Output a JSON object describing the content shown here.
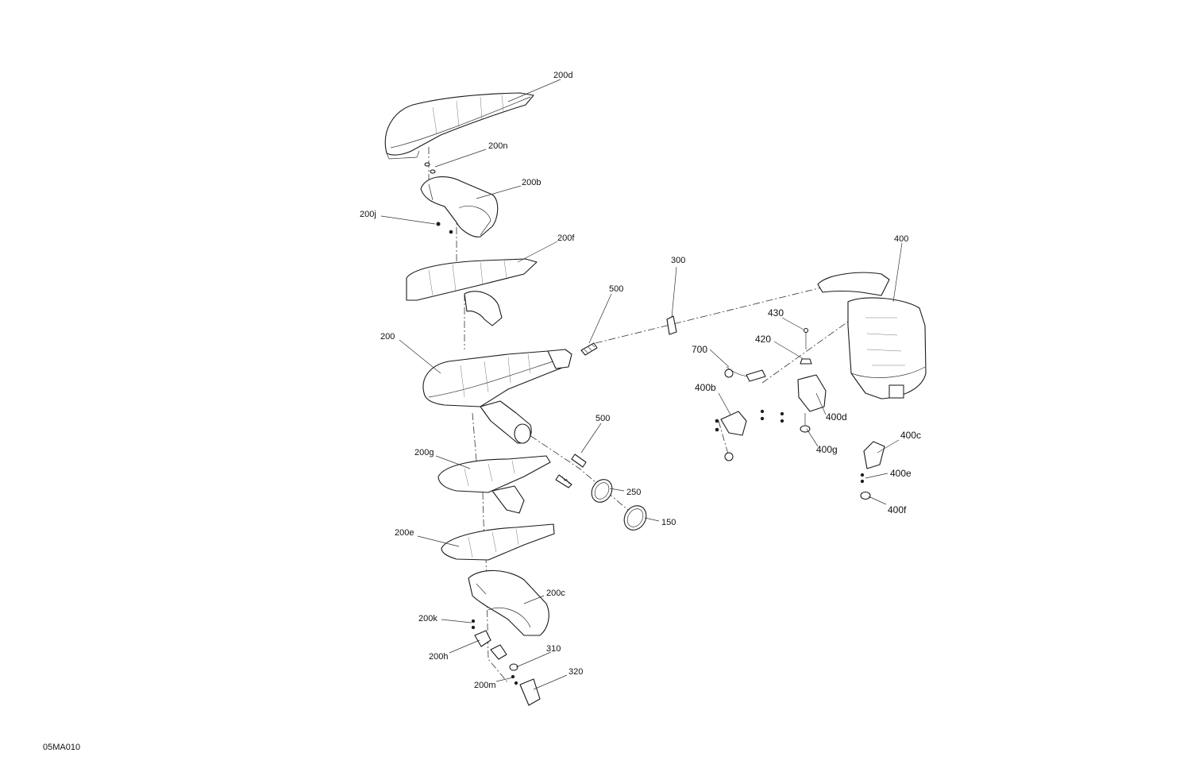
{
  "diagram": {
    "reference_code": "05MA010",
    "callouts": {
      "c200d": "200d",
      "c200n": "200n",
      "c200b": "200b",
      "c200j": "200j",
      "c200f": "200f",
      "c200": "200",
      "c500_top": "500",
      "c300": "300",
      "c400": "400",
      "c430": "430",
      "c420": "420",
      "c700": "700",
      "c400b": "400b",
      "c400d": "400d",
      "c500_mid": "500",
      "c400g": "400g",
      "c200g": "200g",
      "c250": "250",
      "c400c": "400c",
      "c400e": "400e",
      "c400f": "400f",
      "c150": "150",
      "c200e": "200e",
      "c200c": "200c",
      "c200k": "200k",
      "c200h": "200h",
      "c310": "310",
      "c320": "320",
      "c200m": "200m"
    }
  }
}
